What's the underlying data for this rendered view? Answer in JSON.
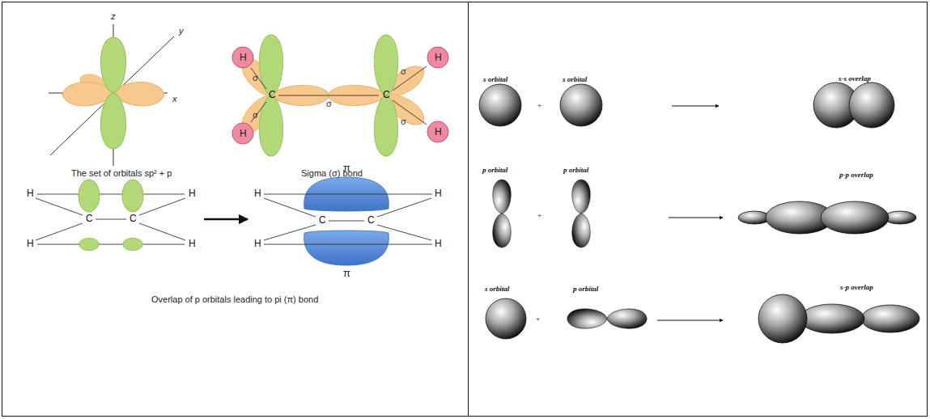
{
  "diagram": {
    "nodes": [
      {
        "text": [
          "H"
        ]
      },
      {
        "text": [
          "H"
        ]
      },
      {
        "text": [
          "H"
        ]
      },
      {
        "text": [
          "H"
        ]
      }
    ],
    "labels": [
      "z",
      "y",
      "x",
      "The set of orbitals sp² + p",
      "σ",
      "σ",
      "σ",
      "σ",
      "σ",
      "C",
      "C",
      "Sigma (σ) bond",
      "H",
      "C",
      "C",
      "H",
      "H",
      "H",
      "π",
      "H",
      "C",
      "C",
      "H",
      "H",
      "H",
      "π",
      "Overlap of p orbitals leading to pi (π) bond",
      "s orbital",
      "+",
      "s orbital",
      "s-s overlap",
      "p orbital",
      "+",
      "p orbital",
      "p-p overlap",
      "s orbital",
      "+",
      "p orbital",
      "s-p overlap"
    ]
  }
}
